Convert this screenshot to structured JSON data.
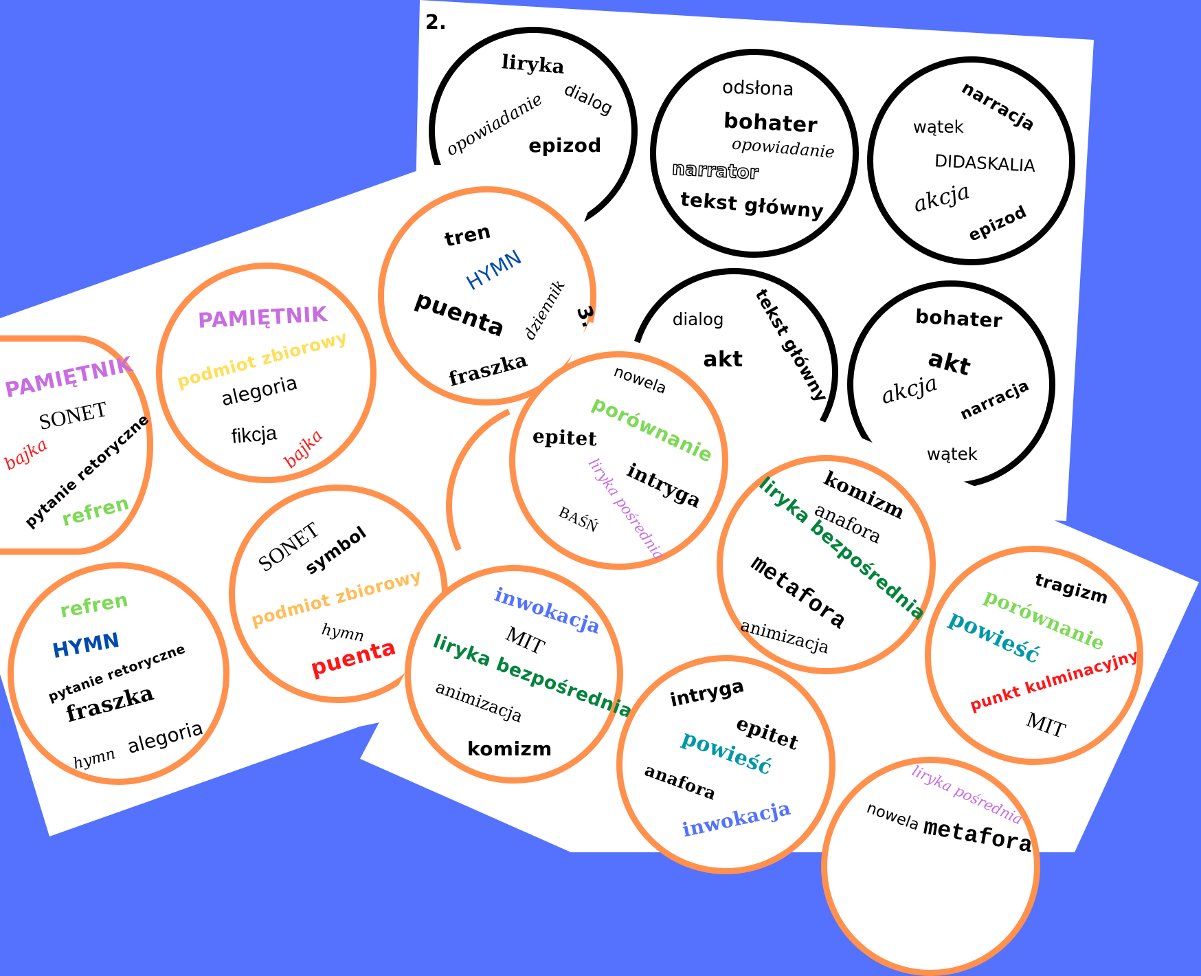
{
  "colors": {
    "background": "#5472fd",
    "orange_ring": "#ff914d",
    "purple": "#c86de0",
    "yellow": "#ffde59",
    "light_orange": "#ffbd59",
    "green": "#7ed957",
    "dark_green": "#00833b",
    "blue": "#004aad",
    "light_blue": "#5271ff",
    "red": "#ff1616",
    "teal": "#0097a7"
  },
  "sheet2": {
    "label": "2.",
    "c1": [
      "liryka",
      "dialog",
      "opowiadanie",
      "epizod"
    ],
    "c2": [
      "odsłona",
      "bohater",
      "opowiadanie",
      "narrator",
      "tekst główny"
    ],
    "c3": [
      "narracja",
      "wątek",
      "DIDASKALIA",
      "akcja",
      "epizod"
    ],
    "c4": [
      "dialog",
      "tekst główny",
      "akt"
    ],
    "c5": [
      "bohater",
      "akt",
      "akcja",
      "narracja",
      "wątek"
    ]
  },
  "sheet1": {
    "c1": [
      "PAMIĘTNIK",
      "SONET",
      "bajka",
      "pytanie retoryczne",
      "refren"
    ],
    "c2": [
      "PAMIĘTNIK",
      "podmiot zbiorowy",
      "alegoria",
      "fikcja",
      "bajka"
    ],
    "c3": [
      "tren",
      "HYMN",
      "puenta",
      "dziennik",
      "fraszka"
    ],
    "c4": [
      "refren",
      "HYMN",
      "pytanie retoryczne",
      "fraszka",
      "alegoria",
      "hymn"
    ],
    "c5": [
      "SONET",
      "symbol",
      "podmiot zbiorowy",
      "hymn",
      "puenta"
    ]
  },
  "sheet3": {
    "label": "3.",
    "c1": [
      "nowela",
      "porównanie",
      "epitet",
      "intryga",
      "liryka pośrednia",
      "BAŚŃ"
    ],
    "c2": [
      "komizm",
      "anafora",
      "liryka bezpośrednia",
      "metafora",
      "animizacja"
    ],
    "c3": [
      "tragizm",
      "porównanie",
      "powieść",
      "punkt kulminacyjny",
      "MIT"
    ],
    "c4": [
      "inwokacja",
      "MIT",
      "liryka bezpośrednia",
      "animizacja",
      "komizm"
    ],
    "c5": [
      "intryga",
      "epitet",
      "powieść",
      "anafora",
      "inwokacja"
    ],
    "c6": [
      "liryka pośrednia",
      "nowela",
      "metafora"
    ]
  }
}
